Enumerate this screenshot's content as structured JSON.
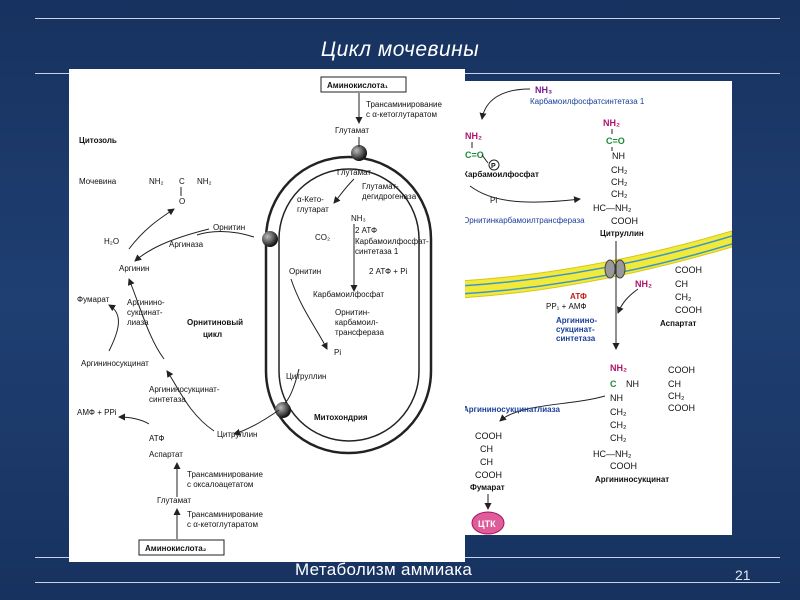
{
  "slide": {
    "title": "Цикл мочевины",
    "footer": "Метаболизм аммиака",
    "page_number": "21"
  },
  "left_diagram": {
    "cytosol": "Цитозоль",
    "urea_label": "Мочевина",
    "urea_formula_nh2_left": "NH₂",
    "urea_formula_c": "C",
    "urea_formula_nh2_right": "NH₂",
    "urea_formula_o": "O",
    "amino_acid_1": "Аминокислота₁",
    "transamination_1a": "Трансаминирование",
    "transamination_1b": "с α-кетоглутаратом",
    "glutamate_top": "Глутамат",
    "glutamate_mito": "Глутамат",
    "a_ketoglutarate_a": "α-Кето-",
    "a_ketoglutarate_b": "глутарат",
    "gdh_a": "Глутамат-",
    "gdh_b": "дегидрогеназа",
    "nh3": "NH₃",
    "co2": "CO₂",
    "atp2": "2 АТФ",
    "cps_a": "Карбамоилфосфат-",
    "cps_b": "синтетаза 1",
    "adp_pi": "2 АТФ + Pi",
    "ornithine_cyto": "Орнитин",
    "ornithine_mito": "Орнитин",
    "h2o": "H₂O",
    "arginase": "Аргиназа",
    "arginine": "Аргинин",
    "fumarate": "Фумарат",
    "asl_a": "Аргинино-",
    "asl_b": "сукцинат-",
    "asl_c": "лиаза",
    "cycle_a": "Орнитиновый",
    "cycle_b": "цикл",
    "carbamoyl_phosphate": "Карбамоилфосфат",
    "otc_a": "Орнитин-",
    "otc_b": "карбамоил-",
    "otc_c": "трансфераза",
    "pi": "Pi",
    "argininosuccinate": "Аргининосукцинат",
    "ass_a": "Аргининосукцинат-",
    "ass_b": "синтетаза",
    "amp_ppi": "АМФ + PPi",
    "atp": "АТФ",
    "citrulline_mito": "Цитруллин",
    "citrulline_cyto": "Цитруллин",
    "mitochondria": "Митохондрия",
    "aspartate": "Аспартат",
    "transamination_2a": "Трансаминирование",
    "transamination_2b": "с оксалоацетатом",
    "glutamate_bottom": "Глутамат",
    "transamination_3a": "Трансаминирование",
    "transamination_3b": "с α-кетоглутаратом",
    "amino_acid_2": "Аминокислота₂"
  },
  "right_diagram": {
    "nh3": "NH₃",
    "cps1": "Карбамоилфосфатсинтетаза 1",
    "cp_nh2": "NH₂",
    "cp_co": "C=O",
    "cp_p": "P",
    "cp_name": "Карбамоилфосфат",
    "pi": "Pi",
    "otc": "Орнитинкарбамоилтрансфераза",
    "cit_nh2": "NH₂",
    "cit_co": "C=O",
    "cit_nh": "NH",
    "cit_ch2_1": "CH₂",
    "cit_ch2_2": "CH₂",
    "cit_ch2_3": "CH₂",
    "cit_hc": "HC—NH₂",
    "cit_cooh": "COOH",
    "cit_name": "Цитруллин",
    "asp_cooh1": "COOH",
    "asp_nh2": "NH₂",
    "asp_ch": "CH",
    "asp_ch2": "CH₂",
    "asp_cooh2": "COOH",
    "asp_name": "Аспартат",
    "atp": "АТФ",
    "ppi_amp": "PP₁ + АМФ",
    "ass_a": "Аргинино-",
    "ass_b": "сукцинат-",
    "ass_c": "синтетаза",
    "as_nh2": "NH₂",
    "as_c": "C",
    "as_nh": "NH",
    "as_ch": "CH",
    "as_cooh1": "COOH",
    "as_ch2": "CH₂",
    "as_cooh2": "COOH",
    "as_nh_b": "NH",
    "as_ch2_1": "CH₂",
    "as_ch2_2": "CH₂",
    "as_ch2_3": "CH₂",
    "as_hc": "HC—NH₂",
    "as_cooh": "COOH",
    "as_name": "Аргининосукцинат",
    "asl": "Аргининосукцинатлиаза",
    "fum_cooh1": "COOH",
    "fum_ch1": "CH",
    "fum_ch2": "CH",
    "fum_cooh2": "COOH",
    "fum_name": "Фумарат",
    "tca": "ЦТК"
  }
}
